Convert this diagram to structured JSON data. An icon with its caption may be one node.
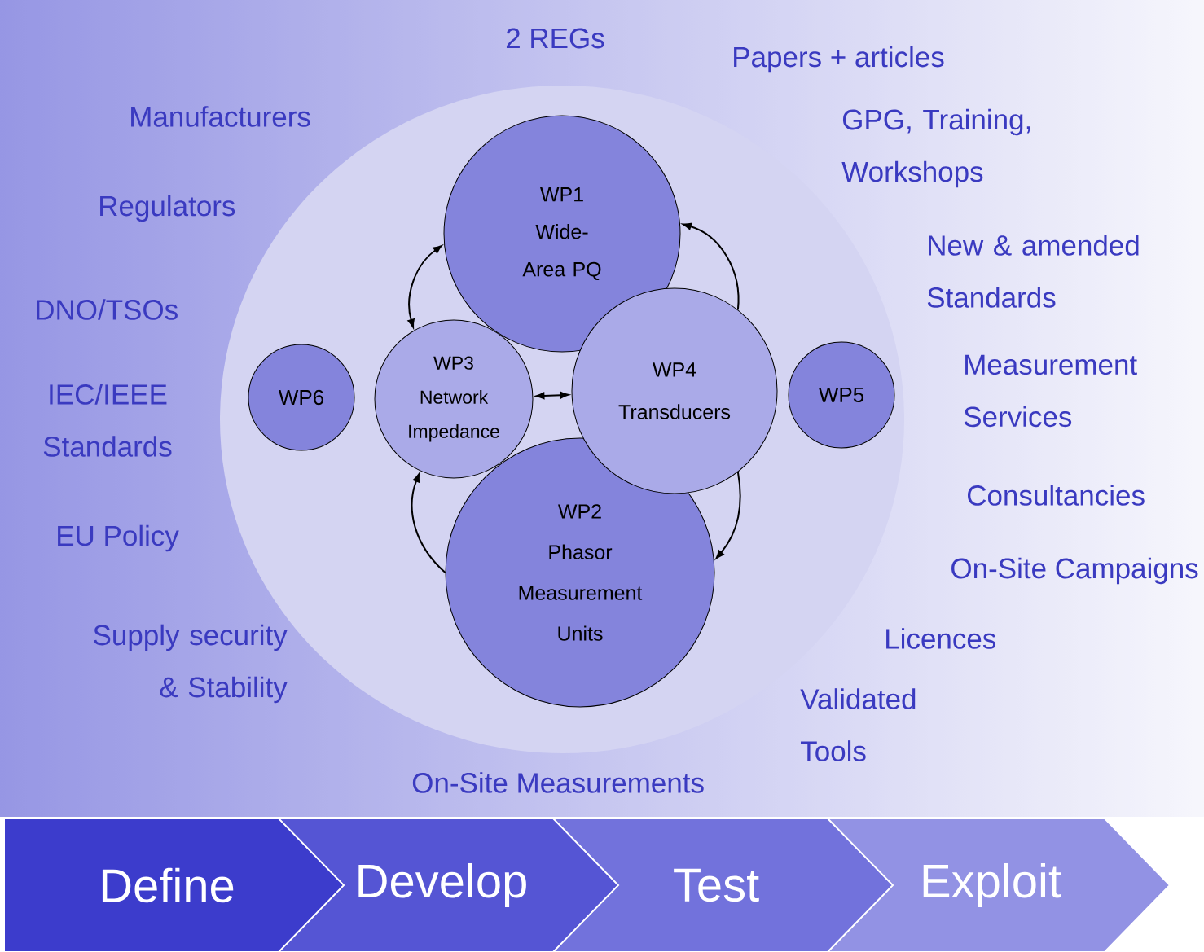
{
  "diagram": {
    "nodes": [
      {
        "text": [],
        "shape": "ellipse"
      },
      {
        "text": [
          "WP1",
          "Wide-Area PQ"
        ],
        "in": 0
      },
      {
        "text": [
          "WP3",
          "Network Impedance"
        ],
        "in": 0
      },
      {
        "text": [
          "WP4",
          "Transducers"
        ],
        "in": 0
      },
      {
        "text": [
          "WP2",
          "Phasor Measurement Units"
        ],
        "in": 0
      },
      {
        "text": [
          "WP6"
        ],
        "in": 0
      },
      {
        "text": [
          "WP5"
        ],
        "in": 0
      },
      {
        "text": [
          "Define"
        ]
      },
      {
        "text": [
          "Develop"
        ]
      },
      {
        "text": [
          "Test"
        ]
      },
      {
        "text": [
          "Exploit"
        ]
      }
    ],
    "edges": [
      {
        "from": 1,
        "to": 2,
        "arrow": "both"
      },
      {
        "from": 3,
        "to": 1,
        "arrow": "to"
      },
      {
        "from": 2,
        "to": 3,
        "arrow": "both"
      },
      {
        "from": 3,
        "to": 4,
        "arrow": "to"
      },
      {
        "from": 4,
        "to": 2,
        "arrow": "to"
      }
    ],
    "labels": [
      "2 REGs",
      "Papers + articles",
      "Manufacturers",
      "GPG, Training, Workshops",
      "Regulators",
      "New & amended Standards",
      "DNO/TSOs",
      "Measurement Services",
      "IEC/IEEE Standards",
      "Consultancies",
      "EU Policy",
      "On-Site Campaigns",
      "Supply security & Stability",
      "Licences",
      "Validated Tools",
      "On-Site Measurements"
    ]
  }
}
